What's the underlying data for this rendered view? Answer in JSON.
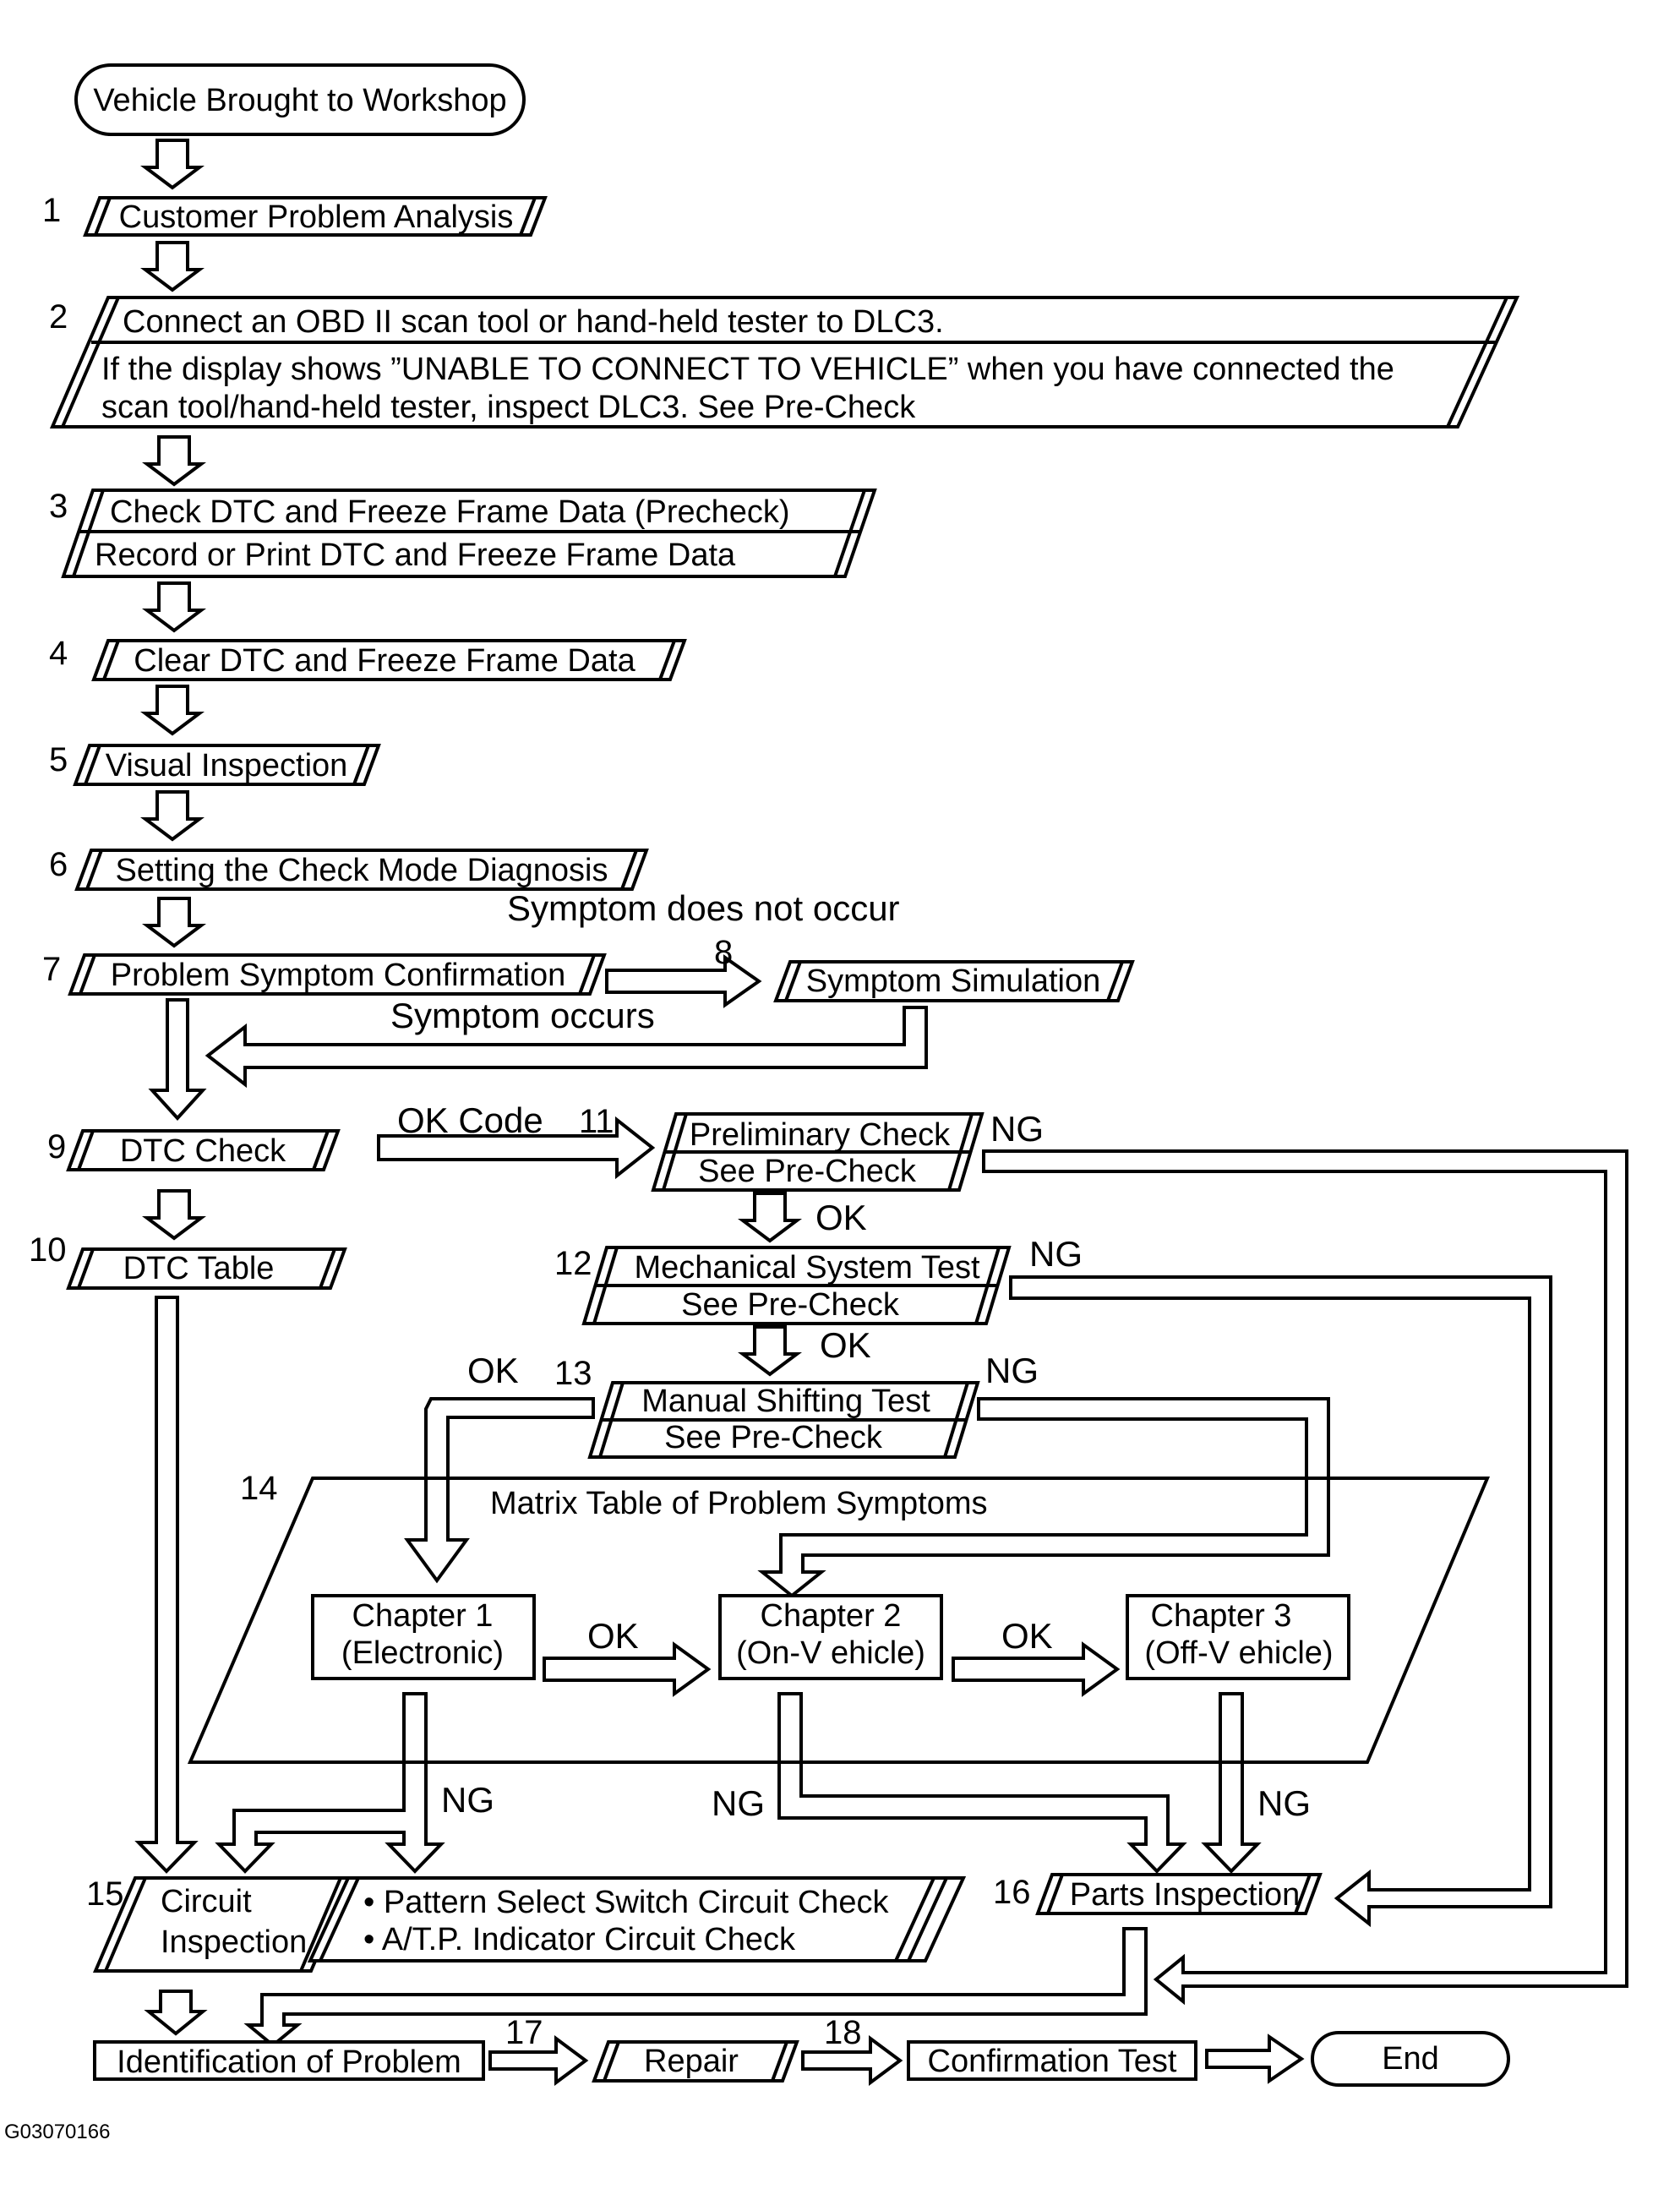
{
  "figure_id": "G03070166",
  "steps": {
    "start": "Vehicle Brought to Workshop",
    "s1": {
      "num": "1",
      "label": "Customer Problem Analysis"
    },
    "s2": {
      "num": "2",
      "line1": "Connect an OBD II scan tool or hand-held tester to DLC3.",
      "line2": "If the display shows ”UNABLE TO CONNECT TO VEHICLE” when you have connected the",
      "line3": "scan tool/hand-held tester, inspect DLC3.  See Pre-Check"
    },
    "s3": {
      "num": "3",
      "line1": "Check DTC and Freeze Frame Data (Precheck)",
      "line2": "Record or Print DTC and  Freeze Frame Data"
    },
    "s4": {
      "num": "4",
      "label": "Clear DTC and Freeze Frame Data"
    },
    "s5": {
      "num": "5",
      "label": "Visual Inspection"
    },
    "s6": {
      "num": "6",
      "label": "Setting the Check Mode Diagnosis"
    },
    "s7": {
      "num": "7",
      "label": "Problem Symptom Confirmation"
    },
    "s8": {
      "num": "8",
      "label": "Symptom Simulation"
    },
    "s9": {
      "num": "9",
      "label": "DTC Check"
    },
    "s10": {
      "num": "10",
      "label": "DTC Table"
    },
    "s11": {
      "num": "11",
      "line1": "Preliminary Check",
      "line2": "See Pre-Check"
    },
    "s12": {
      "num": "12",
      "line1": "Mechanical System Test",
      "line2": "See Pre-Check"
    },
    "s13": {
      "num": "13",
      "line1": "Manual Shifting Test",
      "line2": "See Pre-Check"
    },
    "s14": {
      "num": "14",
      "title": "Matrix  Table  of Problem Symptoms",
      "ch1": {
        "line1": "Chapter 1",
        "line2": "(Electronic)"
      },
      "ch2": {
        "line1": "Chapter 2",
        "line2": "(On-V ehicle)"
      },
      "ch3": {
        "line1": "Chapter 3",
        "line2": "(Off-V ehicle)"
      }
    },
    "s15": {
      "num": "15",
      "line1": "Circuit",
      "line2": "Inspection",
      "item1": "• Pattern Select Switch Circuit Check",
      "item2": "• A/T.P. Indicator Circuit Check"
    },
    "s16": {
      "num": "16",
      "label": "Parts Inspection"
    },
    "identify": "Identification of Problem",
    "s17": {
      "num": "17",
      "label": "Repair"
    },
    "s18": {
      "num": "18",
      "label": "Confirmation Test"
    },
    "end": "End"
  },
  "branches": {
    "symptom_not_occur": "Symptom does not occur",
    "symptom_occurs": "Symptom occurs",
    "ok_code": "OK Code",
    "ok": "OK",
    "ng": "NG"
  }
}
